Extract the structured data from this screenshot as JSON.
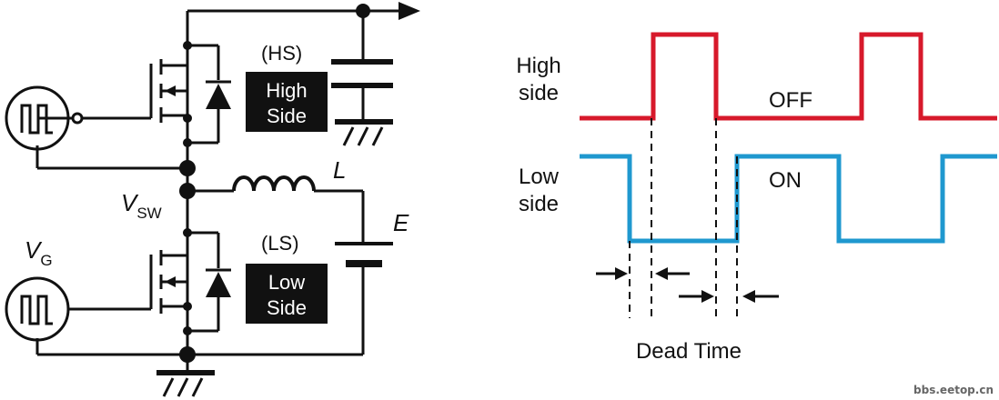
{
  "circuit": {
    "hs_tag": "(HS)",
    "hs_box_line1": "High",
    "hs_box_line2": "Side",
    "ls_tag": "(LS)",
    "ls_box_line1": "Low",
    "ls_box_line2": "Side",
    "inductor_label": "L",
    "vsw_main": "V",
    "vsw_sub": "SW",
    "vg_main": "V",
    "vg_sub": "G",
    "source_label": "E"
  },
  "waveform": {
    "high_line1": "High",
    "high_line2": "side",
    "low_line1": "Low",
    "low_line2": "side",
    "off_label": "OFF",
    "on_label": "ON",
    "dead_time_label": "Dead Time",
    "high_color": "#d7192b",
    "low_color": "#1f98cf"
  },
  "watermark": "bbs.eetop.cn"
}
